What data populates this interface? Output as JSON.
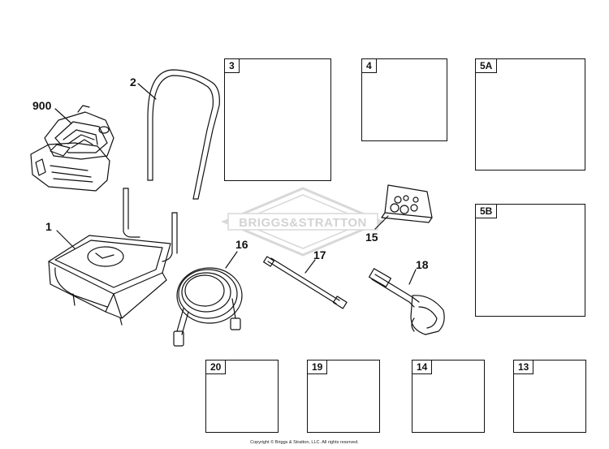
{
  "watermark": {
    "text": "BRIGGS&STRATTON"
  },
  "copyright": "Copyright © Briggs & Stratton, LLC. All rights reserved.",
  "callouts": {
    "engine": "900",
    "frame": "1",
    "handle": "2",
    "hose": "16",
    "lance": "17",
    "gun": "18",
    "nozzle_kit": "15"
  },
  "boxes": {
    "b3": "3",
    "b4": "4",
    "b5a": "5A",
    "b5b": "5B",
    "b20": "20",
    "b19": "19",
    "b14": "14",
    "b13": "13"
  },
  "colors": {
    "line": "#111111",
    "watermark": "#d3d3d3"
  }
}
